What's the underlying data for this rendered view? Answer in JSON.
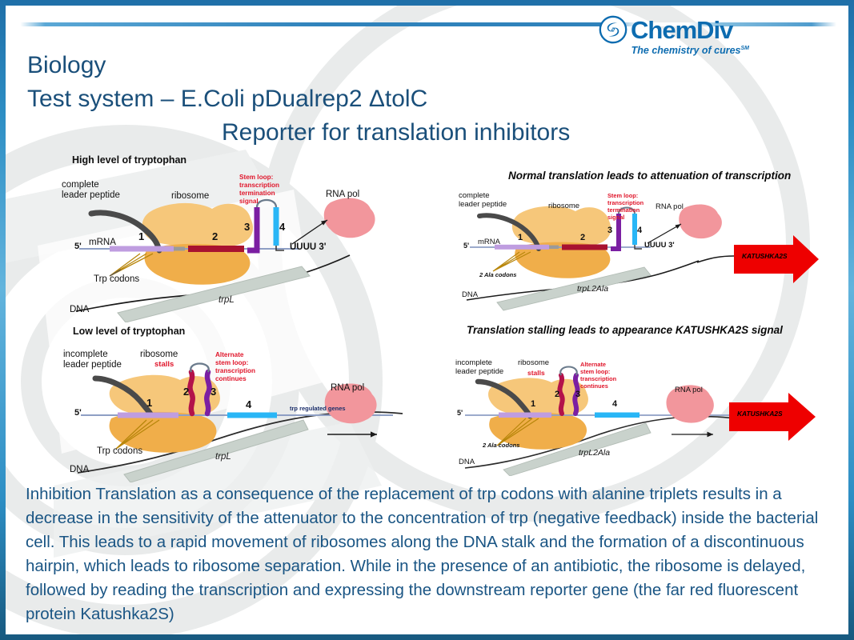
{
  "brand": {
    "logo_word": "ChemDiv",
    "logo_tagline": "The chemistry of cures",
    "logo_tagline_sup": "SM",
    "logo_icon": "chemdiv-swirl-logo",
    "accent_blue": "#0d6cb0",
    "title_blue": "#1a4f7a",
    "border_blue": "#2d8ec4"
  },
  "title": {
    "line1": "Biology",
    "line2": "Test system – E.Coli pDualrep2 ΔtolC",
    "line3": "Reporter for translation inhibitors"
  },
  "figures": {
    "top_left": {
      "heading": "High level of tryptophan",
      "leader_peptide": "complete\nleader peptide",
      "ribosome": "ribosome",
      "stem_loop": "Stem loop:\ntranscription\ntermination\nsignal",
      "rna_pol": "RNA pol",
      "five_prime": "5'",
      "mrna": "mRNA",
      "seg1": "1",
      "seg2": "2",
      "seg3": "3",
      "seg4": "4",
      "terminator": "UUUU 3'",
      "trp_codons": "Trp codons",
      "dna": "DNA",
      "gene": "trpL"
    },
    "top_right": {
      "heading": "Normal translation leads to attenuation of transcription",
      "leader_peptide": "complete\nleader peptide",
      "ribosome": "ribosome",
      "stem_loop": "Stem loop:\ntranscription\ntermination\nsignal",
      "rna_pol": "RNA pol",
      "five_prime": "5'",
      "mrna": "mRNA",
      "seg1": "1",
      "seg2": "2",
      "seg3": "3",
      "seg4": "4",
      "terminator": "UUUU 3'",
      "ala_codons": "2 Ala codons",
      "dna": "DNA",
      "gene": "trpL2Ala",
      "reporter": "KATUSHKA2S",
      "reporter_color": "#ee0000"
    },
    "bottom_left": {
      "heading": "Low level of tryptophan",
      "leader_peptide": "incomplete\nleader peptide",
      "ribosome": "ribosome",
      "stalls": "stalls",
      "stem_loop": "Alternate\nstem loop:\ntranscription\ncontinues",
      "rna_pol": "RNA pol",
      "five_prime": "5'",
      "seg1": "1",
      "seg2": "2",
      "seg3": "3",
      "seg4": "4",
      "regulated_genes": "trp regulated genes",
      "trp_codons": "Trp codons",
      "dna": "DNA",
      "gene": "trpL"
    },
    "bottom_right": {
      "heading": "Translation stalling leads to appearance KATUSHKA2S signal",
      "leader_peptide": "incomplete\nleader peptide",
      "ribosome": "ribosome",
      "stalls": "stalls",
      "stem_loop": "Alternate\nstem loop:\ntranscription\ncontinues",
      "rna_pol": "RNA pol",
      "five_prime": "5'",
      "seg1": "1",
      "seg2": "2",
      "seg3": "3",
      "seg4": "4",
      "ala_codons": "2 Ala codons",
      "dna": "DNA",
      "gene": "trpL2Ala",
      "reporter": "KATUSHKA2S",
      "reporter_color": "#ee0000"
    }
  },
  "body": {
    "paragraph": "Inhibition Translation as a consequence of the replacement of trp codons with alanine triplets results in a decrease in the sensitivity of the attenuator to the concentration of trp (negative feedback) inside the bacterial cell. This leads to a rapid movement of ribosomes along the DNA stalk and the formation of a discontinuous hairpin, which leads to ribosome separation. While in the presence of an antibiotic, the ribosome is delayed, followed by reading the transcription and expressing the downstream reporter gene (the far red fluorescent protein Katushka2S)"
  }
}
